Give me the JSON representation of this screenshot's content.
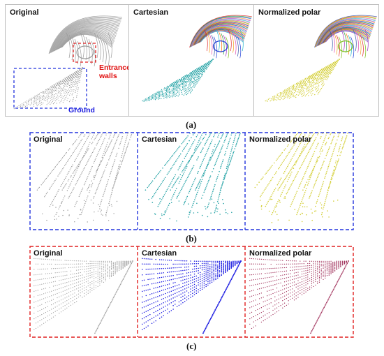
{
  "figure_a": {
    "titles": [
      "Original",
      "Cartesian",
      "Normalized polar"
    ],
    "annotation_entrance": "Entrance walls",
    "annotation_ground": "Ground",
    "caption": "(a)"
  },
  "figure_b": {
    "titles": [
      "Original",
      "Cartesian",
      "Normalized polar"
    ],
    "caption": "(b)"
  },
  "figure_c": {
    "titles": [
      "Original",
      "Cartesian",
      "Normalized polar"
    ],
    "caption": "(c)"
  },
  "colors": {
    "original": "#9a9a9a",
    "cartesian_ground": "#2aa5a8",
    "normalized_ground": "#d4cf3a",
    "cartesian_walls": "#1515e0",
    "normalized_walls": "#a0305a",
    "ground_box": "#2233dd",
    "walls_box": "#e02020"
  }
}
